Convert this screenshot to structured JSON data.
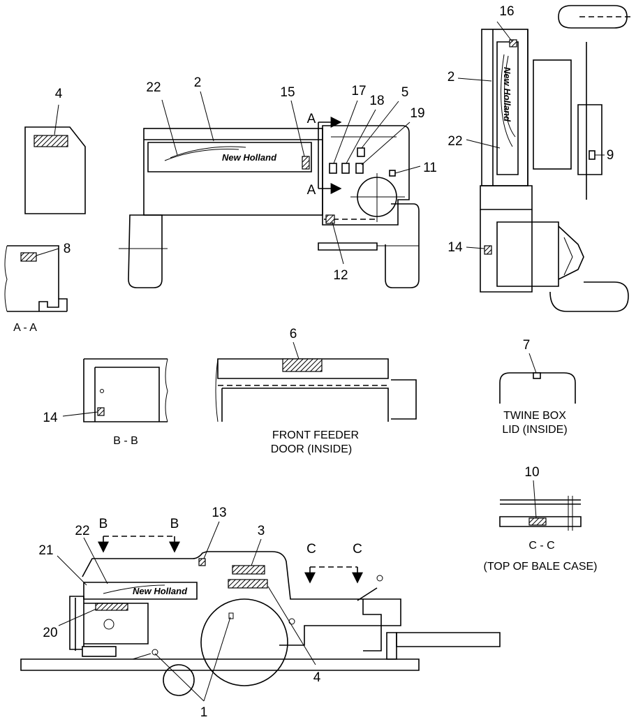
{
  "callouts": {
    "c1": "1",
    "c2": "2",
    "c3": "3",
    "c4": "4",
    "c5": "5",
    "c6": "6",
    "c7": "7",
    "c8": "8",
    "c9": "9",
    "c10": "10",
    "c11": "11",
    "c12": "12",
    "c13": "13",
    "c14": "14",
    "c15": "15",
    "c16": "16",
    "c17": "17",
    "c18": "18",
    "c19": "19",
    "c20": "20",
    "c21": "21",
    "c22": "22"
  },
  "section_marks": {
    "a": "A",
    "b": "B",
    "c": "C"
  },
  "captions": {
    "section_aa": "A - A",
    "section_bb": "B - B",
    "section_cc": "C - C",
    "front_feeder_line1": "FRONT FEEDER",
    "front_feeder_line2": "DOOR (INSIDE)",
    "twine_box_line1": "TWINE BOX",
    "twine_box_line2": "LID (INSIDE)",
    "bale_case": "(TOP OF BALE CASE)"
  },
  "logo_text": "New Holland"
}
